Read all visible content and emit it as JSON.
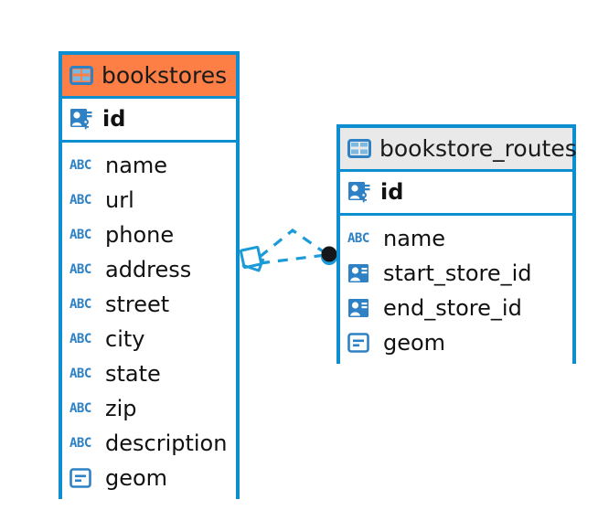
{
  "diagram": {
    "type": "er-schema",
    "background": "#ffffff",
    "accent_color": "#0d8ed1",
    "header_highlight_color": "#fd7f45",
    "header_plain_color": "#e9e9e9",
    "icon_color": "#2d81c4"
  },
  "tables": [
    {
      "name": "bookstores",
      "header_style": "accent",
      "table_icon": "table-icon",
      "primary_key": {
        "label": "id",
        "icon": "primary-key-icon"
      },
      "columns": [
        {
          "label": "name",
          "icon": "text-column-icon"
        },
        {
          "label": "url",
          "icon": "text-column-icon"
        },
        {
          "label": "phone",
          "icon": "text-column-icon"
        },
        {
          "label": "address",
          "icon": "text-column-icon"
        },
        {
          "label": "street",
          "icon": "text-column-icon"
        },
        {
          "label": "city",
          "icon": "text-column-icon"
        },
        {
          "label": "state",
          "icon": "text-column-icon"
        },
        {
          "label": "zip",
          "icon": "text-column-icon"
        },
        {
          "label": "description",
          "icon": "text-column-icon"
        },
        {
          "label": "geom",
          "icon": "geometry-column-icon"
        }
      ]
    },
    {
      "name": "bookstore_routes",
      "header_style": "plain",
      "table_icon": "table-icon",
      "primary_key": {
        "label": "id",
        "icon": "primary-key-icon"
      },
      "columns": [
        {
          "label": "name",
          "icon": "text-column-icon"
        },
        {
          "label": "start_store_id",
          "icon": "foreign-key-icon"
        },
        {
          "label": "end_store_id",
          "icon": "foreign-key-icon"
        },
        {
          "label": "geom",
          "icon": "geometry-column-icon"
        }
      ]
    }
  ],
  "relationship": {
    "source_marker": "diamond-marker",
    "target_marker": "filled-circle-marker",
    "line_style": "dashed",
    "line_color": "#1a9ad7"
  },
  "abc_glyph": "ABC"
}
